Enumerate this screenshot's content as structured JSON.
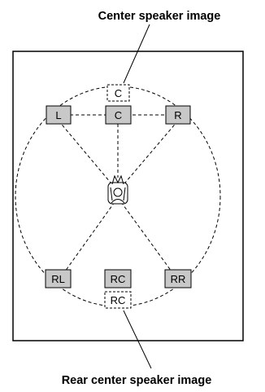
{
  "diagram": {
    "top_caption": "Center speaker image",
    "bottom_caption": "Rear center speaker image",
    "speakers": {
      "center_image": "C",
      "left": "L",
      "center": "C",
      "right": "R",
      "rear_left": "RL",
      "rear_center": "RC",
      "rear_right": "RR",
      "rear_center_image": "RC"
    },
    "colors": {
      "speaker_fill": "#c8c8c8",
      "line": "#000000",
      "background": "#ffffff"
    }
  }
}
